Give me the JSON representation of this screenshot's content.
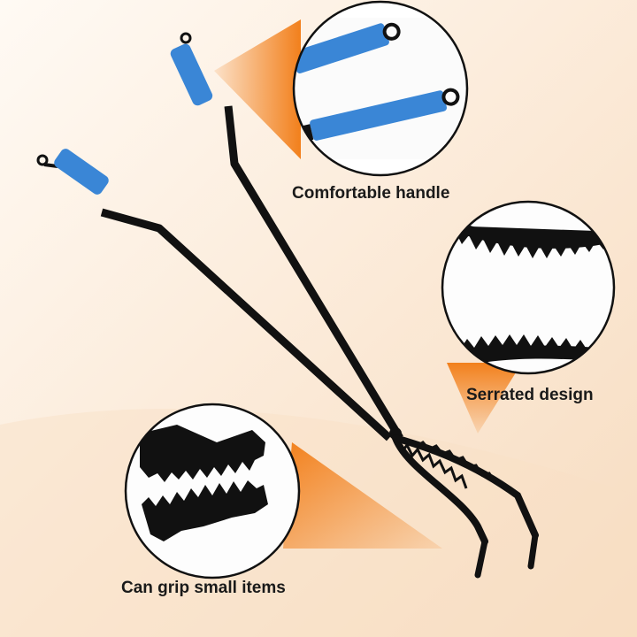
{
  "callouts": {
    "handle": "Comfortable handle",
    "serrated": "Serrated design",
    "grip": "Can grip small items"
  },
  "colors": {
    "tong": "#111111",
    "handle_grip": "#3a86d6",
    "callout_beam": "#f2801c",
    "background": "#fbe9d6"
  }
}
